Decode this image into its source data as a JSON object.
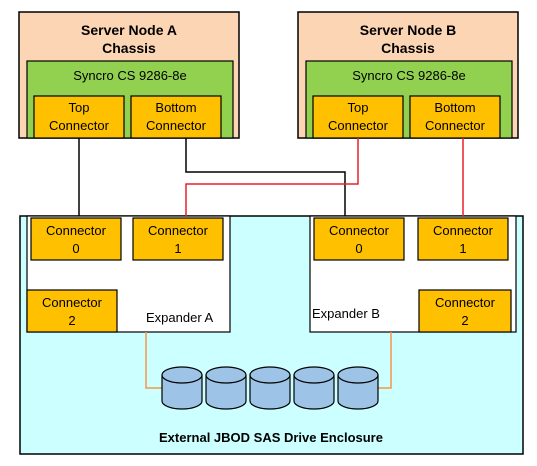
{
  "colors": {
    "chassis": "#fcd5b4",
    "controller": "#92d050",
    "connector": "#ffc000",
    "enclosure": "#ccffff",
    "drive": "#9dc3e6",
    "black_cable": "#000000",
    "red_cable": "#e8202a",
    "orange_cable": "#f79646"
  },
  "server_a": {
    "title_line1": "Server Node A",
    "title_line2": "Chassis",
    "controller": "Syncro CS 9286-8e",
    "top_line1": "Top",
    "top_line2": "Connector",
    "bottom_line1": "Bottom",
    "bottom_line2": "Connector"
  },
  "server_b": {
    "title_line1": "Server Node B",
    "title_line2": "Chassis",
    "controller": "Syncro CS 9286-8e",
    "top_line1": "Top",
    "top_line2": "Connector",
    "bottom_line1": "Bottom",
    "bottom_line2": "Connector"
  },
  "expander_a": {
    "label": "Expander A",
    "c0_line1": "Connector",
    "c0_line2": "0",
    "c1_line1": "Connector",
    "c1_line2": "1",
    "c2_line1": "Connector",
    "c2_line2": "2"
  },
  "expander_b": {
    "label": "Expander B",
    "c0_line1": "Connector",
    "c0_line2": "0",
    "c1_line1": "Connector",
    "c1_line2": "1",
    "c2_line1": "Connector",
    "c2_line2": "2"
  },
  "enclosure": {
    "label": "External JBOD SAS Drive Enclosure",
    "drive_count": 5
  }
}
